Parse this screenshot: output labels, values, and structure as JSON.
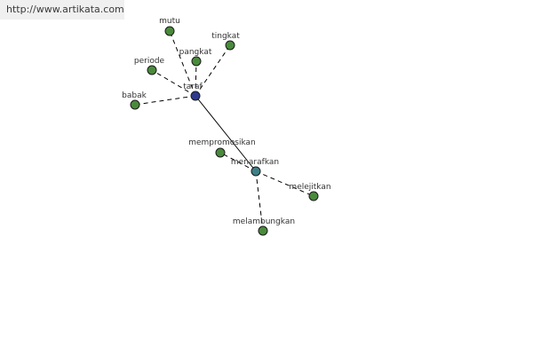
{
  "watermark": "http://www.artikata.com",
  "colors": {
    "central_node": "#2e3a8c",
    "secondary_node": "#3f7f87",
    "leaf_node": "#4a8a3c",
    "node_stroke": "#1a1a1a",
    "edge": "#000000",
    "label": "#333333"
  },
  "graph": {
    "nodes": [
      {
        "id": "taraf",
        "label": "taraf",
        "kind": "central"
      },
      {
        "id": "mutu",
        "label": "mutu",
        "kind": "leaf"
      },
      {
        "id": "tingkat",
        "label": "tingkat",
        "kind": "leaf"
      },
      {
        "id": "pangkat",
        "label": "pangkat",
        "kind": "leaf"
      },
      {
        "id": "periode",
        "label": "periode",
        "kind": "leaf"
      },
      {
        "id": "babak",
        "label": "babak",
        "kind": "leaf"
      },
      {
        "id": "menarafkan",
        "label": "menarafkan",
        "kind": "secondary"
      },
      {
        "id": "mempromosikan",
        "label": "mempromosikan",
        "kind": "leaf"
      },
      {
        "id": "melejitkan",
        "label": "melejitkan",
        "kind": "leaf"
      },
      {
        "id": "melambungkan",
        "label": "melambungkan",
        "kind": "leaf"
      }
    ],
    "edges": [
      {
        "from": "taraf",
        "to": "mutu",
        "style": "dashed"
      },
      {
        "from": "taraf",
        "to": "tingkat",
        "style": "dashed"
      },
      {
        "from": "taraf",
        "to": "pangkat",
        "style": "dashed"
      },
      {
        "from": "taraf",
        "to": "periode",
        "style": "dashed"
      },
      {
        "from": "taraf",
        "to": "babak",
        "style": "dashed"
      },
      {
        "from": "taraf",
        "to": "menarafkan",
        "style": "solid"
      },
      {
        "from": "menarafkan",
        "to": "mempromosikan",
        "style": "dashed"
      },
      {
        "from": "menarafkan",
        "to": "melejitkan",
        "style": "dashed"
      },
      {
        "from": "menarafkan",
        "to": "melambungkan",
        "style": "dashed"
      }
    ]
  }
}
